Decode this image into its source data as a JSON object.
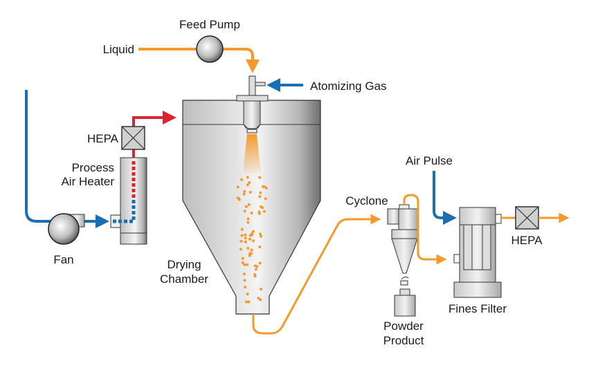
{
  "diagram": {
    "title": "Spray Drying Process",
    "labels": {
      "feed_pump": "Feed Pump",
      "liquid": "Liquid",
      "atomizing_gas": "Atomizing Gas",
      "hepa_inlet": "HEPA",
      "process_air_heater_line1": "Process",
      "process_air_heater_line2": "Air Heater",
      "fan": "Fan",
      "drying_chamber_line1": "Drying",
      "drying_chamber_line2": "Chamber",
      "cyclone": "Cyclone",
      "air_pulse": "Air Pulse",
      "hepa_outlet": "HEPA",
      "powder_product_line1": "Powder",
      "powder_product_line2": "Product",
      "fines_filter": "Fines Filter"
    },
    "colors": {
      "liquid_flow": "#f39a2b",
      "hot_air": "#d9252f",
      "cold_air": "#1a6fb3",
      "equipment_fill": "#d8d8d8",
      "equipment_stroke": "#333333"
    },
    "flows": [
      {
        "from": "Liquid",
        "to": "Feed Pump",
        "type": "liquid"
      },
      {
        "from": "Feed Pump",
        "to": "Atomizer",
        "type": "liquid"
      },
      {
        "from": "Atomizing Gas",
        "to": "Atomizer",
        "type": "cold_air"
      },
      {
        "from": "Fan",
        "to": "Process Air Heater",
        "type": "cold_air"
      },
      {
        "from": "Process Air Heater",
        "to": "HEPA",
        "type": "hot_air"
      },
      {
        "from": "HEPA",
        "to": "Drying Chamber",
        "type": "hot_air"
      },
      {
        "from": "Drying Chamber",
        "to": "Cyclone",
        "type": "liquid"
      },
      {
        "from": "Cyclone",
        "to": "Fines Filter",
        "type": "liquid"
      },
      {
        "from": "Cyclone",
        "to": "Powder Product",
        "type": "product"
      },
      {
        "from": "Air Pulse",
        "to": "Fines Filter",
        "type": "cold_air"
      },
      {
        "from": "Fines Filter",
        "to": "HEPA",
        "type": "liquid"
      },
      {
        "from": "HEPA",
        "to": "Exhaust",
        "type": "liquid"
      }
    ]
  }
}
